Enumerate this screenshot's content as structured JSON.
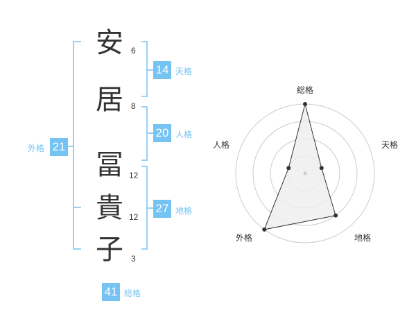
{
  "name": {
    "chars": [
      {
        "char": "安",
        "strokes": "6"
      },
      {
        "char": "居",
        "strokes": "8"
      },
      {
        "char": "冨",
        "strokes": "12"
      },
      {
        "char": "貴",
        "strokes": "12"
      },
      {
        "char": "子",
        "strokes": "3"
      }
    ]
  },
  "kaku": {
    "tenkaku": {
      "value": "14",
      "label": "天格"
    },
    "jinkaku": {
      "value": "20",
      "label": "人格"
    },
    "chikaku": {
      "value": "27",
      "label": "地格"
    },
    "gaikaku": {
      "value": "21",
      "label": "外格"
    },
    "soukaku": {
      "value": "41",
      "label": "総格"
    }
  },
  "chart_data": {
    "type": "radar",
    "axes": [
      "総格",
      "天格",
      "地格",
      "外格",
      "人格"
    ],
    "rings": 4,
    "scale_max": 4,
    "values": [
      4,
      1,
      3,
      4,
      1
    ],
    "colors": {
      "fill": "#eeeeee",
      "line": "#333333",
      "grid": "#cccccc"
    }
  },
  "colors": {
    "accent": "#74c3f3",
    "text": "#333333"
  }
}
